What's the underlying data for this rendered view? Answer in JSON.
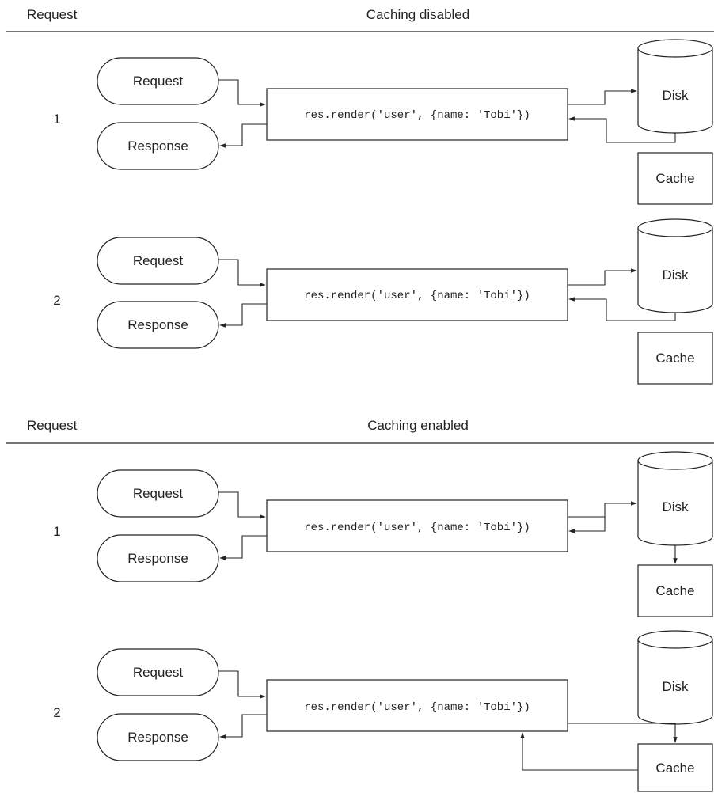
{
  "sections": [
    {
      "header_left": "Request",
      "header_title": "Caching disabled",
      "rows": [
        {
          "number": "1",
          "request": "Request",
          "response": "Response",
          "code": "res.render('user', {name: 'Tobi'})",
          "disk": "Disk",
          "cache": "Cache"
        },
        {
          "number": "2",
          "request": "Request",
          "response": "Response",
          "code": "res.render('user', {name: 'Tobi'})",
          "disk": "Disk",
          "cache": "Cache"
        }
      ]
    },
    {
      "header_left": "Request",
      "header_title": "Caching enabled",
      "rows": [
        {
          "number": "1",
          "request": "Request",
          "response": "Response",
          "code": "res.render('user', {name: 'Tobi'})",
          "disk": "Disk",
          "cache": "Cache"
        },
        {
          "number": "2",
          "request": "Request",
          "response": "Response",
          "code": "res.render('user', {name: 'Tobi'})",
          "disk": "Disk",
          "cache": "Cache"
        }
      ]
    }
  ]
}
